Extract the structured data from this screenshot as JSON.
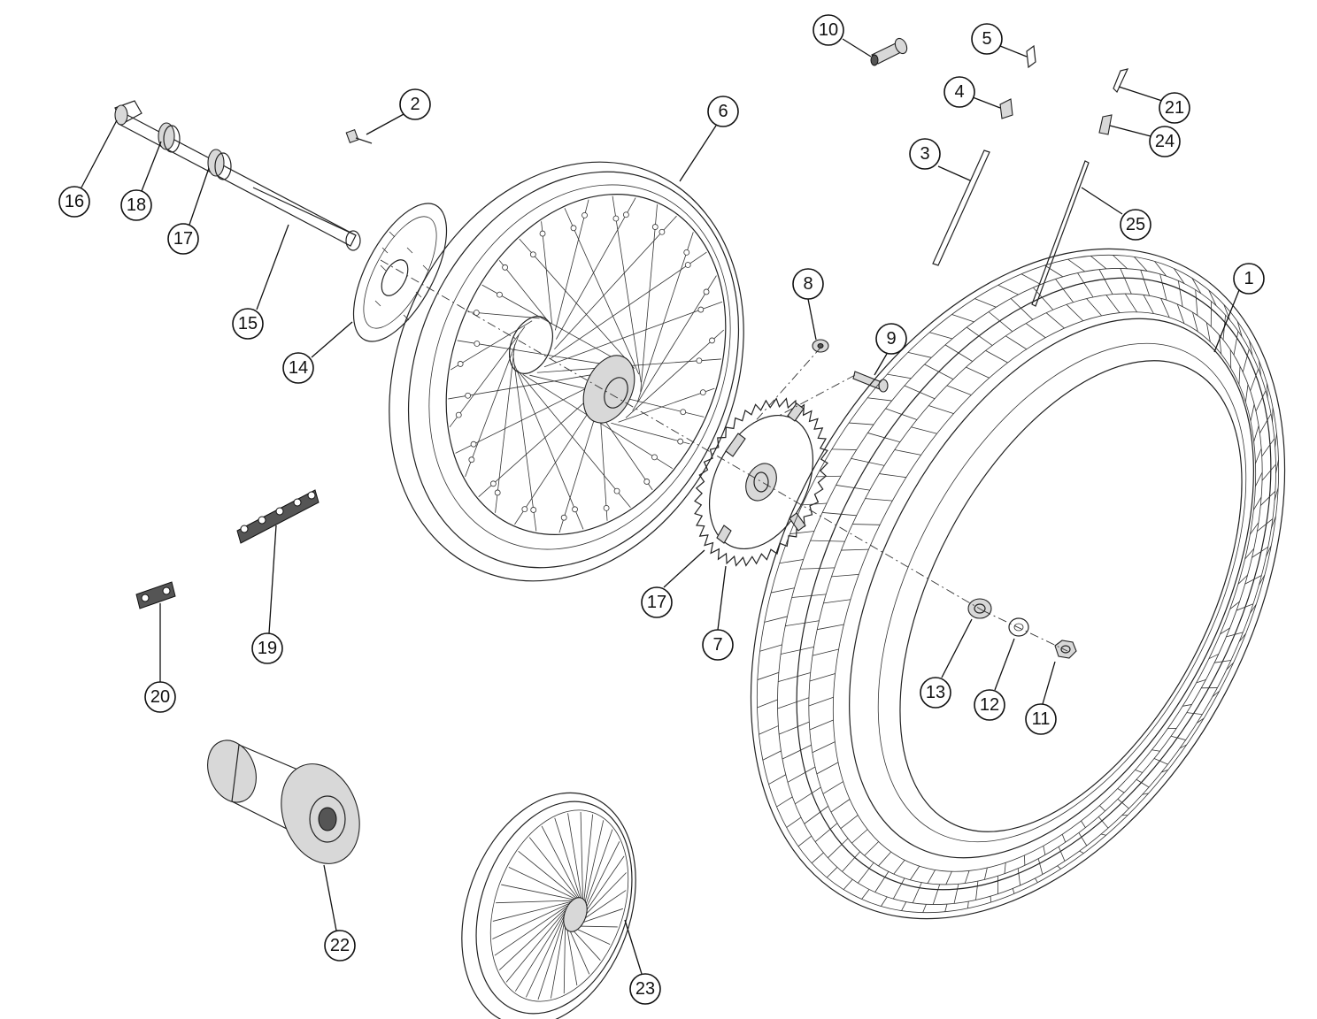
{
  "callouts": [
    {
      "id": "callout-1",
      "label": "1"
    },
    {
      "id": "callout-2",
      "label": "2"
    },
    {
      "id": "callout-3",
      "label": "3"
    },
    {
      "id": "callout-4",
      "label": "4"
    },
    {
      "id": "callout-5",
      "label": "5"
    },
    {
      "id": "callout-6",
      "label": "6"
    },
    {
      "id": "callout-7",
      "label": "7"
    },
    {
      "id": "callout-8",
      "label": "8"
    },
    {
      "id": "callout-9",
      "label": "9"
    },
    {
      "id": "callout-10",
      "label": "10"
    },
    {
      "id": "callout-11",
      "label": "11"
    },
    {
      "id": "callout-12",
      "label": "12"
    },
    {
      "id": "callout-13",
      "label": "13"
    },
    {
      "id": "callout-14",
      "label": "14"
    },
    {
      "id": "callout-15",
      "label": "15"
    },
    {
      "id": "callout-16",
      "label": "16"
    },
    {
      "id": "callout-17a",
      "label": "17"
    },
    {
      "id": "callout-17b",
      "label": "17"
    },
    {
      "id": "callout-18",
      "label": "18"
    },
    {
      "id": "callout-19",
      "label": "19"
    },
    {
      "id": "callout-20",
      "label": "20"
    },
    {
      "id": "callout-21",
      "label": "21"
    },
    {
      "id": "callout-22",
      "label": "22"
    },
    {
      "id": "callout-23",
      "label": "23"
    },
    {
      "id": "callout-24",
      "label": "24"
    },
    {
      "id": "callout-25",
      "label": "25"
    }
  ]
}
